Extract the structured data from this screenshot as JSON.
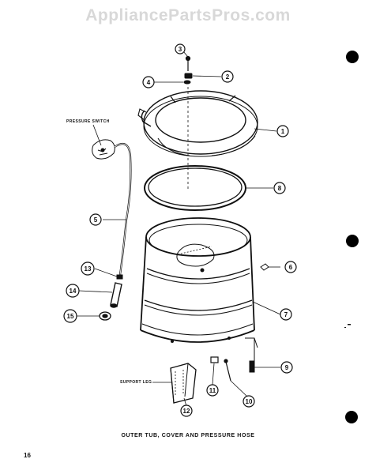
{
  "watermark": "AppliancePartsPros.com",
  "caption": "OUTER TUB, COVER AND PRESSURE HOSE",
  "page_number": "16",
  "labels": {
    "pressure_switch": "PRESSURE SWITCH",
    "support_leg": "SUPPORT LEG"
  },
  "callouts": [
    {
      "id": "c3",
      "num": "3"
    },
    {
      "id": "c2",
      "num": "2"
    },
    {
      "id": "c4",
      "num": "4"
    },
    {
      "id": "c1",
      "num": "1"
    },
    {
      "id": "c8a",
      "num": "8"
    },
    {
      "id": "c5",
      "num": "5"
    },
    {
      "id": "c6",
      "num": "6"
    },
    {
      "id": "c13",
      "num": "13"
    },
    {
      "id": "c14",
      "num": "14"
    },
    {
      "id": "c15",
      "num": "15"
    },
    {
      "id": "c7",
      "num": "7"
    },
    {
      "id": "c9",
      "num": "9"
    },
    {
      "id": "c11",
      "num": "11"
    },
    {
      "id": "c10",
      "num": "10"
    },
    {
      "id": "c12",
      "num": "12"
    }
  ]
}
